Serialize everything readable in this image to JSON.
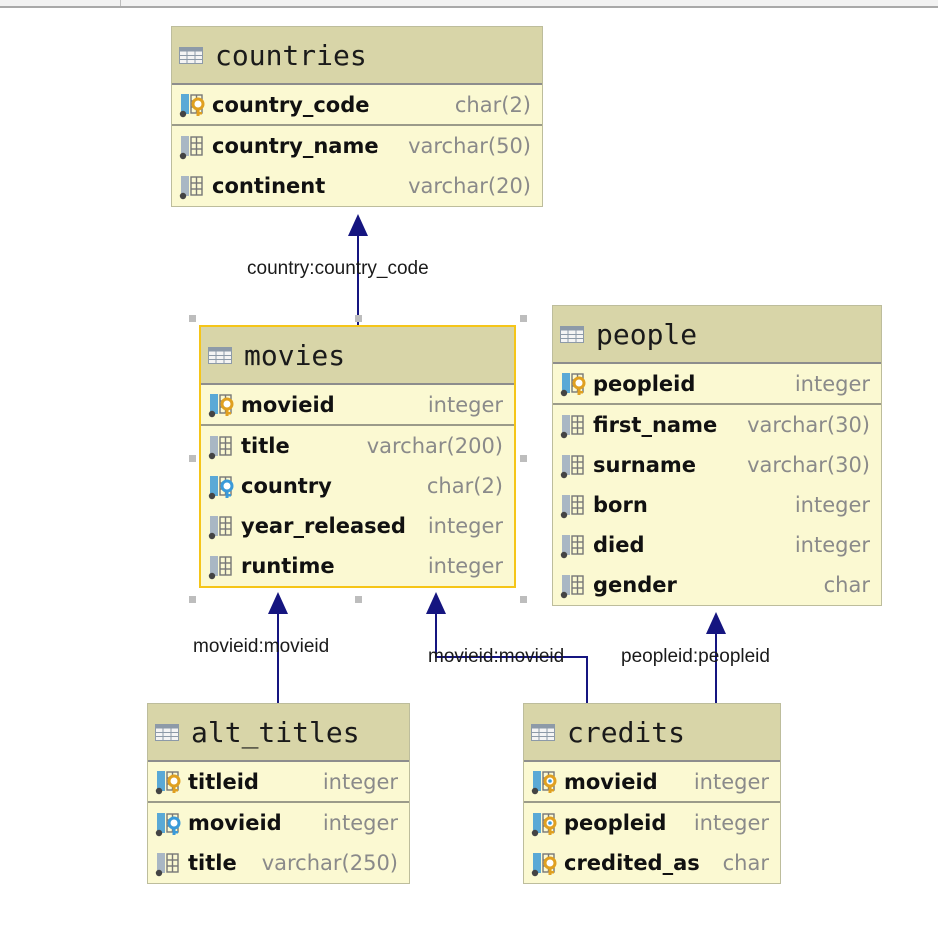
{
  "colors": {
    "header": "#d8d5a8",
    "body": "#fbf9d2",
    "selected_border": "#f5c518",
    "link": "#151580",
    "pk_key": "#e0a020",
    "fk_key": "#3a9ad9"
  },
  "tables": {
    "countries": {
      "name": "countries",
      "columns": [
        {
          "name": "country_code",
          "type": "char(2)",
          "icon": "primary-key-icon"
        },
        {
          "name": "country_name",
          "type": "varchar(50)",
          "icon": "column-icon"
        },
        {
          "name": "continent",
          "type": "varchar(20)",
          "icon": "column-icon"
        }
      ]
    },
    "movies": {
      "name": "movies",
      "selected": true,
      "columns": [
        {
          "name": "movieid",
          "type": "integer",
          "icon": "primary-key-icon"
        },
        {
          "name": "title",
          "type": "varchar(200)",
          "icon": "column-icon"
        },
        {
          "name": "country",
          "type": "char(2)",
          "icon": "foreign-key-icon"
        },
        {
          "name": "year_released",
          "type": "integer",
          "icon": "column-icon"
        },
        {
          "name": "runtime",
          "type": "integer",
          "icon": "column-icon"
        }
      ]
    },
    "people": {
      "name": "people",
      "columns": [
        {
          "name": "peopleid",
          "type": "integer",
          "icon": "primary-key-icon"
        },
        {
          "name": "first_name",
          "type": "varchar(30)",
          "icon": "column-icon"
        },
        {
          "name": "surname",
          "type": "varchar(30)",
          "icon": "column-icon"
        },
        {
          "name": "born",
          "type": "integer",
          "icon": "column-icon"
        },
        {
          "name": "died",
          "type": "integer",
          "icon": "column-icon"
        },
        {
          "name": "gender",
          "type": "char",
          "icon": "column-icon"
        }
      ]
    },
    "alt_titles": {
      "name": "alt_titles",
      "columns": [
        {
          "name": "titleid",
          "type": "integer",
          "icon": "primary-key-icon"
        },
        {
          "name": "movieid",
          "type": "integer",
          "icon": "foreign-key-icon"
        },
        {
          "name": "title",
          "type": "varchar(250)",
          "icon": "column-icon"
        }
      ]
    },
    "credits": {
      "name": "credits",
      "columns": [
        {
          "name": "movieid",
          "type": "integer",
          "icon": "primary-foreign-key-icon"
        },
        {
          "name": "peopleid",
          "type": "integer",
          "icon": "primary-foreign-key-icon"
        },
        {
          "name": "credited_as",
          "type": "char",
          "icon": "primary-key-icon"
        }
      ]
    }
  },
  "relationships": [
    {
      "label": "country:country_code",
      "from": "movies",
      "to": "countries"
    },
    {
      "label": "movieid:movieid",
      "from": "alt_titles",
      "to": "movies"
    },
    {
      "label": "movieid:movieid",
      "from": "credits",
      "to": "movies"
    },
    {
      "label": "peopleid:peopleid",
      "from": "credits",
      "to": "people"
    }
  ]
}
